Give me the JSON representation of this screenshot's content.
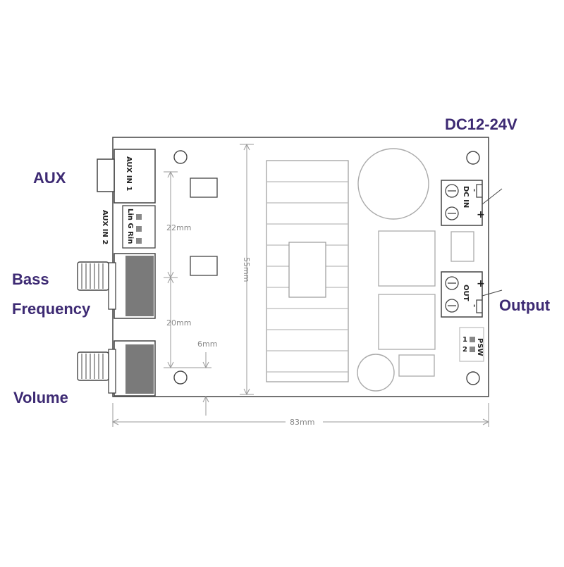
{
  "colors": {
    "label": "#3d2a73",
    "line": "#444444",
    "dimension": "#9a9a9a",
    "heatsink": "#bbbbbb",
    "knob": "#7a7a7a"
  },
  "callouts": {
    "dc_input": "DC12-24V",
    "aux": "AUX",
    "bass_line1": "Bass",
    "bass_line2": "Frequency",
    "output": "Output",
    "volume": "Volume"
  },
  "board_labels": {
    "aux_in_1": "AUX IN 1",
    "aux_in_2": "AUX IN 2",
    "pin_header": "Lin G Rin",
    "dc_in": "DC IN",
    "out": "OUT",
    "plus": "+",
    "minus": "-",
    "switch_1": "1",
    "switch_2": "2",
    "switch_label": "PSW"
  },
  "dimensions": {
    "width": "83mm",
    "height": "55mm",
    "upper_spacing": "22mm",
    "lower_spacing": "20mm",
    "hole_offset": "6mm"
  }
}
